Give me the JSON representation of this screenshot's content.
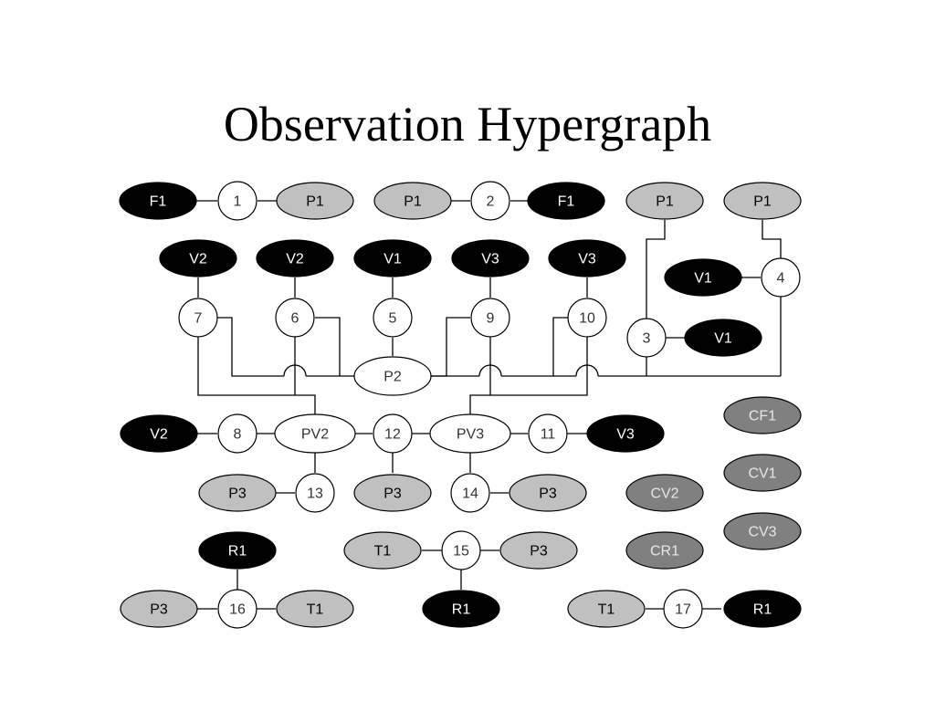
{
  "title": "Observation Hypergraph",
  "palette": {
    "black": "#000000",
    "light_gray": "#c0c0c0",
    "dark_gray": "#808080",
    "white": "#ffffff",
    "line": "#000000"
  },
  "nodes": {
    "f1_a": {
      "label": "F1",
      "shape": "ellipse",
      "fill": "black"
    },
    "h1": {
      "label": "1",
      "shape": "circle"
    },
    "p1_a": {
      "label": "P1",
      "shape": "ellipse",
      "fill": "light_gray"
    },
    "p1_b": {
      "label": "P1",
      "shape": "ellipse",
      "fill": "light_gray"
    },
    "h2": {
      "label": "2",
      "shape": "circle"
    },
    "f1_b": {
      "label": "F1",
      "shape": "ellipse",
      "fill": "black"
    },
    "p1_c": {
      "label": "P1",
      "shape": "ellipse",
      "fill": "light_gray"
    },
    "p1_d": {
      "label": "P1",
      "shape": "ellipse",
      "fill": "light_gray"
    },
    "v2_a": {
      "label": "V2",
      "shape": "ellipse",
      "fill": "black"
    },
    "v2_b": {
      "label": "V2",
      "shape": "ellipse",
      "fill": "black"
    },
    "v1_a": {
      "label": "V1",
      "shape": "ellipse",
      "fill": "black"
    },
    "v3_a": {
      "label": "V3",
      "shape": "ellipse",
      "fill": "black"
    },
    "v3_b": {
      "label": "V3",
      "shape": "ellipse",
      "fill": "black"
    },
    "v1_b": {
      "label": "V1",
      "shape": "ellipse",
      "fill": "black"
    },
    "h4": {
      "label": "4",
      "shape": "circle"
    },
    "h7": {
      "label": "7",
      "shape": "circle"
    },
    "h6": {
      "label": "6",
      "shape": "circle"
    },
    "h5": {
      "label": "5",
      "shape": "circle"
    },
    "h9": {
      "label": "9",
      "shape": "circle"
    },
    "h10": {
      "label": "10",
      "shape": "circle"
    },
    "h3": {
      "label": "3",
      "shape": "circle"
    },
    "v1_c": {
      "label": "V1",
      "shape": "ellipse",
      "fill": "black"
    },
    "p2": {
      "label": "P2",
      "shape": "ellipse",
      "fill": "white"
    },
    "cf1": {
      "label": "CF1",
      "shape": "ellipse",
      "fill": "dark_gray"
    },
    "v2_c": {
      "label": "V2",
      "shape": "ellipse",
      "fill": "black"
    },
    "h8": {
      "label": "8",
      "shape": "circle"
    },
    "pv2": {
      "label": "PV2",
      "shape": "ellipse",
      "fill": "white"
    },
    "h12": {
      "label": "12",
      "shape": "circle"
    },
    "pv3": {
      "label": "PV3",
      "shape": "ellipse",
      "fill": "white"
    },
    "h11": {
      "label": "11",
      "shape": "circle"
    },
    "v3_c": {
      "label": "V3",
      "shape": "ellipse",
      "fill": "black"
    },
    "cv1": {
      "label": "CV1",
      "shape": "ellipse",
      "fill": "dark_gray"
    },
    "p3_a": {
      "label": "P3",
      "shape": "ellipse",
      "fill": "light_gray"
    },
    "h13": {
      "label": "13",
      "shape": "circle"
    },
    "p3_b": {
      "label": "P3",
      "shape": "ellipse",
      "fill": "light_gray"
    },
    "h14": {
      "label": "14",
      "shape": "circle"
    },
    "p3_c": {
      "label": "P3",
      "shape": "ellipse",
      "fill": "light_gray"
    },
    "cv2": {
      "label": "CV2",
      "shape": "ellipse",
      "fill": "dark_gray"
    },
    "cv3": {
      "label": "CV3",
      "shape": "ellipse",
      "fill": "dark_gray"
    },
    "r1_a": {
      "label": "R1",
      "shape": "ellipse",
      "fill": "black"
    },
    "t1_a": {
      "label": "T1",
      "shape": "ellipse",
      "fill": "light_gray"
    },
    "h15": {
      "label": "15",
      "shape": "circle"
    },
    "p3_d": {
      "label": "P3",
      "shape": "ellipse",
      "fill": "light_gray"
    },
    "cr1": {
      "label": "CR1",
      "shape": "ellipse",
      "fill": "dark_gray"
    },
    "p3_e": {
      "label": "P3",
      "shape": "ellipse",
      "fill": "light_gray"
    },
    "h16": {
      "label": "16",
      "shape": "circle"
    },
    "t1_b": {
      "label": "T1",
      "shape": "ellipse",
      "fill": "light_gray"
    },
    "r1_b": {
      "label": "R1",
      "shape": "ellipse",
      "fill": "black"
    },
    "t1_c": {
      "label": "T1",
      "shape": "ellipse",
      "fill": "light_gray"
    },
    "h17": {
      "label": "17",
      "shape": "circle"
    },
    "r1_c": {
      "label": "R1",
      "shape": "ellipse",
      "fill": "black"
    }
  }
}
